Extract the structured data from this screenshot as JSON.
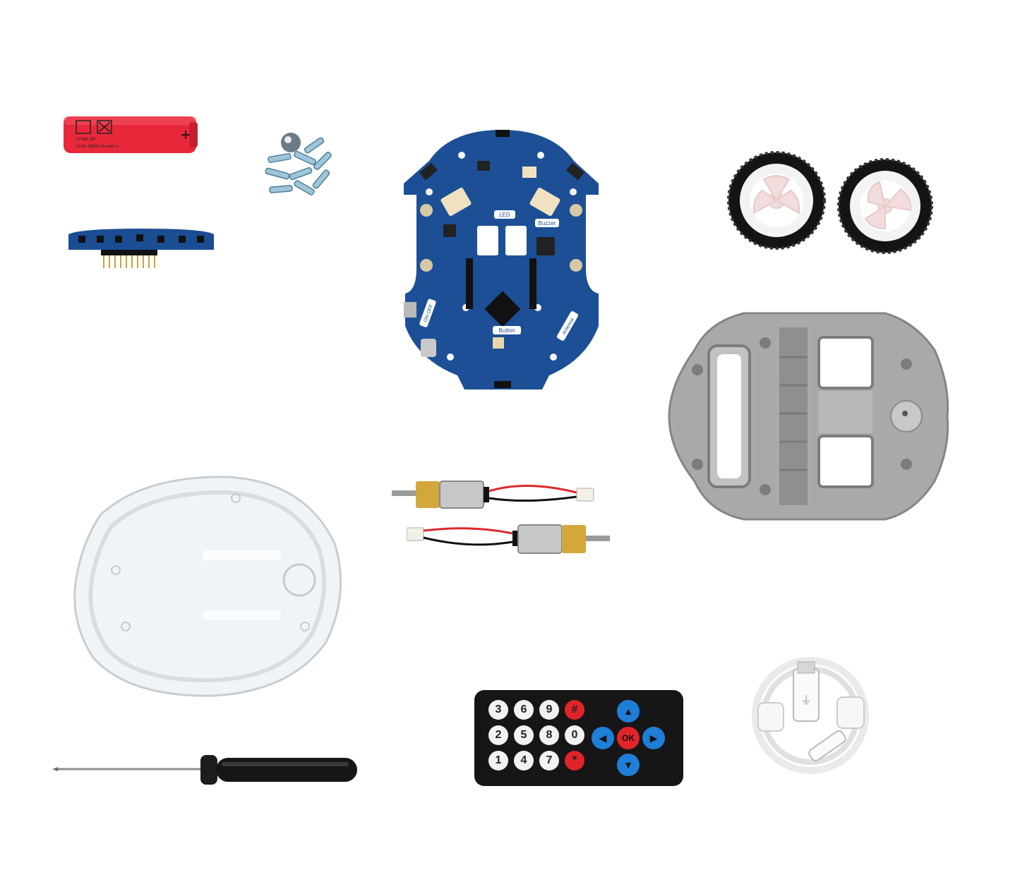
{
  "battery": {
    "brand_text": "Li-ion 18",
    "fine_print": "Li-ion 18650 xx-xxxx-x",
    "color": "#e8283a"
  },
  "pcb": {
    "labels": {
      "led": "LED",
      "buzzer": "Buzzer",
      "button": "Button",
      "onoff": "ON OFF",
      "antenna": "Antenna"
    },
    "color": "#1c4f96"
  },
  "remote": {
    "keys": [
      "3",
      "6",
      "9",
      "#",
      "2",
      "5",
      "8",
      "0",
      "1",
      "4",
      "7",
      "*"
    ],
    "dpad": {
      "up": "▲",
      "down": "▼",
      "left": "◀",
      "right": "▶",
      "ok": "OK"
    }
  },
  "colors": {
    "pcb_blue": "#1c4f96",
    "chassis_gray": "#a9aaa8",
    "remote_red": "#e0242a",
    "remote_blue": "#1e7ed8"
  }
}
